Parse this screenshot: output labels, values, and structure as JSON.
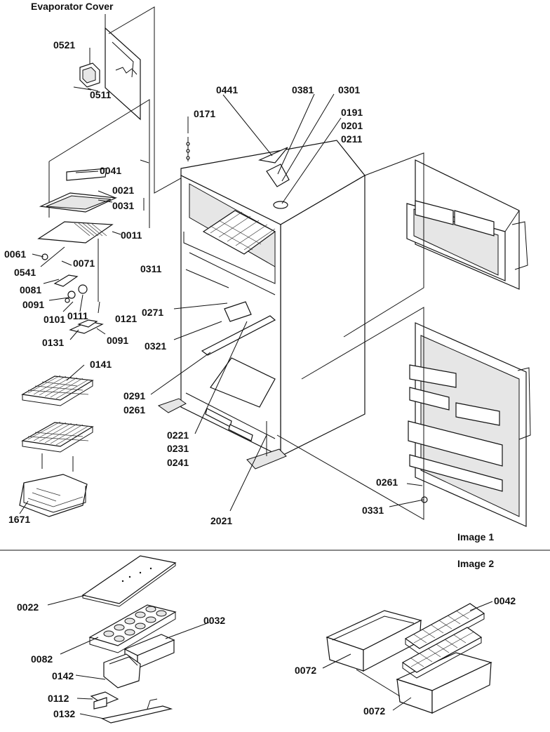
{
  "titles": {
    "evaporator_cover": "Evaporator Cover",
    "image1": "Image 1",
    "image2": "Image 2"
  },
  "labels": {
    "p0521": "0521",
    "p0511": "0511",
    "p0441": "0441",
    "p0381": "0381",
    "p0301": "0301",
    "p0171": "0171",
    "p0191": "0191",
    "p0201": "0201",
    "p0211": "0211",
    "p0041": "0041",
    "p0021": "0021",
    "p0031": "0031",
    "p0011": "0011",
    "p0061": "0061",
    "p0541": "0541",
    "p0071": "0071",
    "p0081": "0081",
    "p0091a": "0091",
    "p0101": "0101",
    "p0111": "0111",
    "p0121": "0121",
    "p0131": "0131",
    "p0091b": "0091",
    "p0311": "0311",
    "p0271": "0271",
    "p0321": "0321",
    "p0141": "0141",
    "p0291": "0291",
    "p0261a": "0261",
    "p0221": "0221",
    "p0231": "0231",
    "p0241": "0241",
    "p1671": "1671",
    "p2021": "2021",
    "p0261b": "0261",
    "p0331": "0331",
    "p0022": "0022",
    "p0032": "0032",
    "p0082": "0082",
    "p0142": "0142",
    "p0112": "0112",
    "p0132": "0132",
    "p0042": "0042",
    "p0072a": "0072",
    "p0072b": "0072"
  }
}
